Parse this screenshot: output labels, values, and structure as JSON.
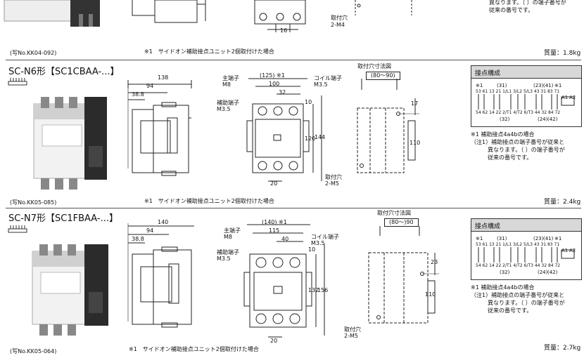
{
  "top": {
    "photo_no": "(写No.KK04-092)",
    "footnote": "※1　サイドオン補助接点ユニット2個取付けた場合",
    "weight": "質量：1.8kg",
    "dims": {
      "d16": "16"
    },
    "labels": {
      "mount_hole": "取付穴",
      "mount_hole_spec": "2-M4"
    },
    "notes": [
      "異なります。（ ）の端子番号が",
      "従来の番号です。"
    ]
  },
  "sections": [
    {
      "title": "SC-N6形【SC1CBAA-...】",
      "photo_no": "(写No.KK05-085)",
      "footnote": "※1　サイドオン補助接点ユニット2個取付けた場合",
      "weight": "質量：2.4kg",
      "side_dims": {
        "overall": "138",
        "mid": "94",
        "small": "38.8"
      },
      "front_dims": {
        "top_outer": "(125)  ※1",
        "top_inner": "100",
        "coil_pitch": "32",
        "coil_off": "10",
        "height_inner": "120",
        "height_outer": "144",
        "bottom": "20"
      },
      "labels": {
        "main_terminal": "主端子",
        "main_terminal_size": "M8",
        "aux_terminal": "補助端子",
        "aux_terminal_size": "M3.5",
        "coil_terminal": "コイル端子",
        "coil_terminal_size": "M3.5"
      },
      "mount": {
        "title": "取付穴寸法図",
        "range": "(80〜90)",
        "height": "110",
        "offset": "17",
        "hole": "取付穴",
        "hole_spec": "2-M5"
      },
      "contacts": {
        "title": "接点構成",
        "top_marks": [
          "※1",
          "(31)",
          "(23)",
          "(41)",
          "※1"
        ],
        "top_nums": "53 61  13 21  1/L1 3/L2 5/L3  43 31  83 71",
        "bottom_nums": "54 62  14 22  2/T1 4/T2 6/T3  44 32  84 72",
        "bottom_marks": [
          "(32)",
          "(24)",
          "(42)"
        ],
        "coil": [
          "A1",
          "A2"
        ]
      },
      "notes": [
        "※1 補助接点4a4bの場合",
        "（注1）補助接点の端子番号が従来と",
        "　　　異なります。（ ）の端子番号が",
        "　　　従来の番号です。"
      ]
    },
    {
      "title": "SC-N7形【SC1FBAA-...】",
      "photo_no": "(写No.KK05-064)",
      "footnote": "※1　サイドオン補助接点ユニット2個取付けた場合",
      "weight": "質量：2.7kg",
      "side_dims": {
        "overall": "140",
        "mid": "94",
        "small": "38.8"
      },
      "front_dims": {
        "top_outer": "(140)  ※1",
        "top_inner": "115",
        "coil_pitch": "40",
        "coil_off": "10",
        "height_inner": "132",
        "height_outer": "156",
        "bottom": "20"
      },
      "labels": {
        "main_terminal": "主端子",
        "main_terminal_size": "M8",
        "aux_terminal": "補助端子",
        "aux_terminal_size": "M3.5",
        "coil_terminal": "コイル端子",
        "coil_terminal_size": "M3.5"
      },
      "mount": {
        "title": "取付穴寸法図",
        "range": "(80〜)90",
        "height": "110",
        "offset": "23",
        "hole": "取付穴",
        "hole_spec": "2-M5"
      },
      "contacts": {
        "title": "接点構成",
        "top_marks": [
          "※1",
          "(31)",
          "(23)",
          "(41)",
          "※1"
        ],
        "top_nums": "53 61  13 21  1/L1 3/L2 5/L3  43 31  83 71",
        "bottom_nums": "54 62  14 22  2/T1 4/T2 6/T3  44 32  84 72",
        "bottom_marks": [
          "(32)",
          "(24)",
          "(42)"
        ],
        "coil": [
          "A1",
          "A2"
        ]
      },
      "notes": [
        "※1 補助接点4a4bの場合",
        "（注1）補助接点の端子番号が従来と",
        "　　　異なります。（ ）の端子番号が",
        "　　　従来の番号です。"
      ]
    }
  ]
}
